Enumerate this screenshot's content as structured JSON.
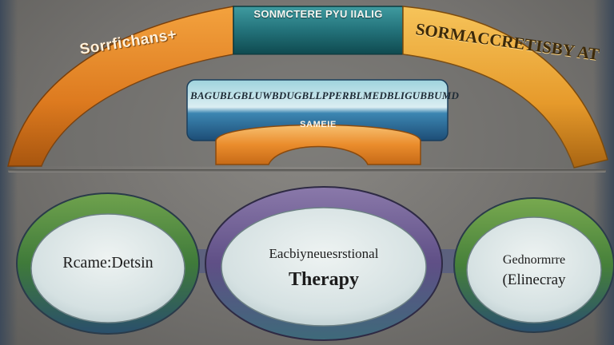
{
  "diagram": {
    "top_arch": {
      "left_label": "Sorrfichans+",
      "center_label": "SONMCTERE PYU IIALIG",
      "right_label": "SORMACCRETISBY AT"
    },
    "banner": {
      "label": "BAGUBLGBLUWBDUGBLLPPERBLMEDBLIGUBBUMD",
      "small_label": "SAMEIE"
    },
    "ovals": [
      {
        "line1": "Rcame:Detsin",
        "line2": ""
      },
      {
        "line1": "Eacbiyneuesrstional",
        "line2": "Therapy"
      },
      {
        "line1": "Gednormrre",
        "line2": "(Elinecray"
      }
    ],
    "colors": {
      "orange": "#e58a2a",
      "teal": "#1f6e72",
      "gold": "#e9a634",
      "blue": "#2e6f9e",
      "green": "#4f8a3a",
      "purple": "#6f5a94",
      "oval_fill": "#dfe7e7"
    }
  }
}
